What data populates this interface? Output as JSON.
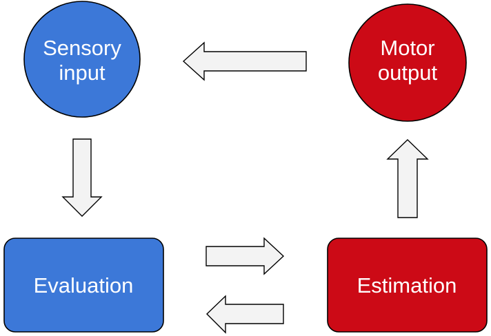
{
  "nodes": {
    "sensory": {
      "line1": "Sensory",
      "line2": "input",
      "color": "#3c78d8"
    },
    "motor": {
      "line1": "Motor",
      "line2": "output",
      "color": "#cc0a16"
    },
    "evaluation": {
      "label": "Evaluation",
      "color": "#3c78d8"
    },
    "estimation": {
      "label": "Estimation",
      "color": "#cc0a16"
    }
  },
  "arrows": [
    {
      "from": "motor",
      "to": "sensory"
    },
    {
      "from": "sensory",
      "to": "evaluation"
    },
    {
      "from": "evaluation",
      "to": "estimation"
    },
    {
      "from": "estimation",
      "to": "evaluation"
    },
    {
      "from": "estimation",
      "to": "motor"
    }
  ],
  "colors": {
    "arrow_fill": "#f3f3f3",
    "outline": "#000000",
    "label_text": "#ffffff"
  }
}
